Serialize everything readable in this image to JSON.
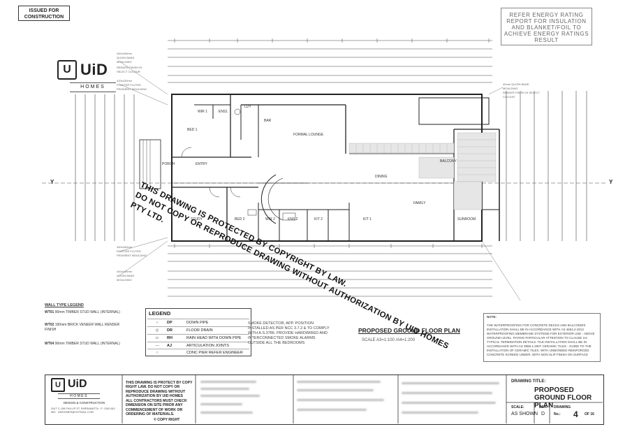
{
  "stamp": "ISSUED FOR CONSTRUCTION",
  "energy_note": [
    "REFER ENERGY RATING",
    "REPORT FOR INSULATION",
    "AND BLANKET/FOIL TO",
    "ACHIEVE ENERGY RATINGS",
    "RESULT"
  ],
  "logo": {
    "mark": "U",
    "name": "UiD",
    "sub": "HOMES"
  },
  "watermark": [
    "THIS DRAWING IS PROTECTED BY COPYRIGHT BY LAW.",
    "DO NOT COPY OR REPRODUCE DRAWING WITHOUT AUTHORIZATION BY UID HOMES PTY LTD."
  ],
  "rooms": {
    "bed1": "BED 1",
    "wir1": "WIR 1",
    "ens1": "ENS1",
    "ldy": "LDY",
    "bar": "BAR",
    "formal_lounge": "FORMAL LOUNGE",
    "porch": "PORCH",
    "entry": "ENTRY",
    "study": "STUDY",
    "bed2": "BED 2",
    "wir2": "WIR 2",
    "ens2": "ENS 2",
    "kit2": "KIT 2",
    "kit1": "KIT 1",
    "dining": "DINING",
    "family": "FAMILY",
    "balcony": "BALCONY",
    "sunroom": "SUNROOM"
  },
  "axis_markers": {
    "left": "Y",
    "right": "Y"
  },
  "plan_title": "PROPOSED GROUND FLOOR PLAN",
  "scale_note": "SCALE  A3=1:100 /A4=1:200",
  "legend": {
    "title": "LEGEND",
    "rows": [
      {
        "code": "DP",
        "desc": "DOWN PIPE",
        "sym": "○"
      },
      {
        "code": "DR",
        "desc": "FLOOR DRAIN",
        "sym": "◎"
      },
      {
        "code": "RH",
        "desc": "RAIN HEAD WITH DOWN PIPE",
        "sym": "▭"
      },
      {
        "code": "AJ",
        "desc": "ARTICULATION JOINTS",
        "sym": "—"
      },
      {
        "code": "",
        "desc": "CDNC PIER REFER ENGINEER",
        "sym": "○"
      }
    ],
    "note": "SMOKE DETECTOR, APP. POSITION INSTALLED AS PER NCC 3.7.2 & TO COMPLY WITH A.S.3786. PROVIDE HARDWIRED AND INTERCONNECTED SMOKE ALARMS OUTSIDE ALL THE BEDROOMS"
  },
  "wall_type": {
    "title": "WALL TYPE LEGEND",
    "items": [
      {
        "code": "WT01",
        "text": "90mm TIMBER STUD WALL (INTERNAL)"
      },
      {
        "code": "WT02",
        "text": "190mm BRICK VENEER WALL RENDER FINISH"
      },
      {
        "code": "WT04",
        "text": "90mm TIMBER STUD WALL (INTERNAL)"
      }
    ]
  },
  "notes": {
    "title": "NOTE:",
    "text": "THE WATERPROOFING FOR CONCRETE DECKS AND BALCONIES INSTALLATION SHALL BE IN ACCORDANCE WITH AS 4654.2-2012 WATERPROOFING MEMBRANE SYSTEMS FOR EXTERIOR USE - ABOVE GROUND LEVEL. PAYING PARTICULAR ATTENTION TO CLAUSE 3.6 TYPICAL TERMINATION DETAILS. TILE INSTALLATION SHALL BE IN ACCORDANCE WITH AS 3958.1-2007 CERAMIC TILES - GUIDE TO THE INSTALLATION OF CERAMIC TILES. WITH UNBONDED REINFORCED CONCRETE SCREED UNDER, WITH NON SLIP FINISH ON SURFACE"
  },
  "title_block": {
    "logo_mark": "U",
    "logo_name": "UiD",
    "logo_sub": "HOMES",
    "logo_dc": "DESIGN & CONSTRUCTION",
    "address": "SUIT 3, 158 PHILLIP ST, PARRAMATTA · P: 1300 843 663 · UIDHOMES@HOTMAIL.COM",
    "copy1": "THIS DRAWING IS PROTECT BY COPY RIGHT LAW. DO NOT COPY OR REPRODUCE DRAWING  WITHOUT AUTHORIZATION BY UID HOMES",
    "copy2": "ALL CONTRACTORS MUST CHECK DIMENSION ON SITE PRIOR ANY COMMENCEMENT OF WORK OR ORDERING OF MATERIALS.",
    "copyright": "© COPY RIGHT",
    "drawing_title_label": "DRAWING TITLE:",
    "drawing_title_line1": "PROPOSED",
    "drawing_title_line2": "GROUND FLOOR PLAN",
    "scale_label": "SCALE:",
    "scale_value": "AS SHOWN",
    "rev_label": "REV.",
    "rev_value": "D",
    "drawing_label": "DRAWING",
    "no_label": "No.:",
    "drawing_no": "4",
    "of_label": "OF 16"
  }
}
